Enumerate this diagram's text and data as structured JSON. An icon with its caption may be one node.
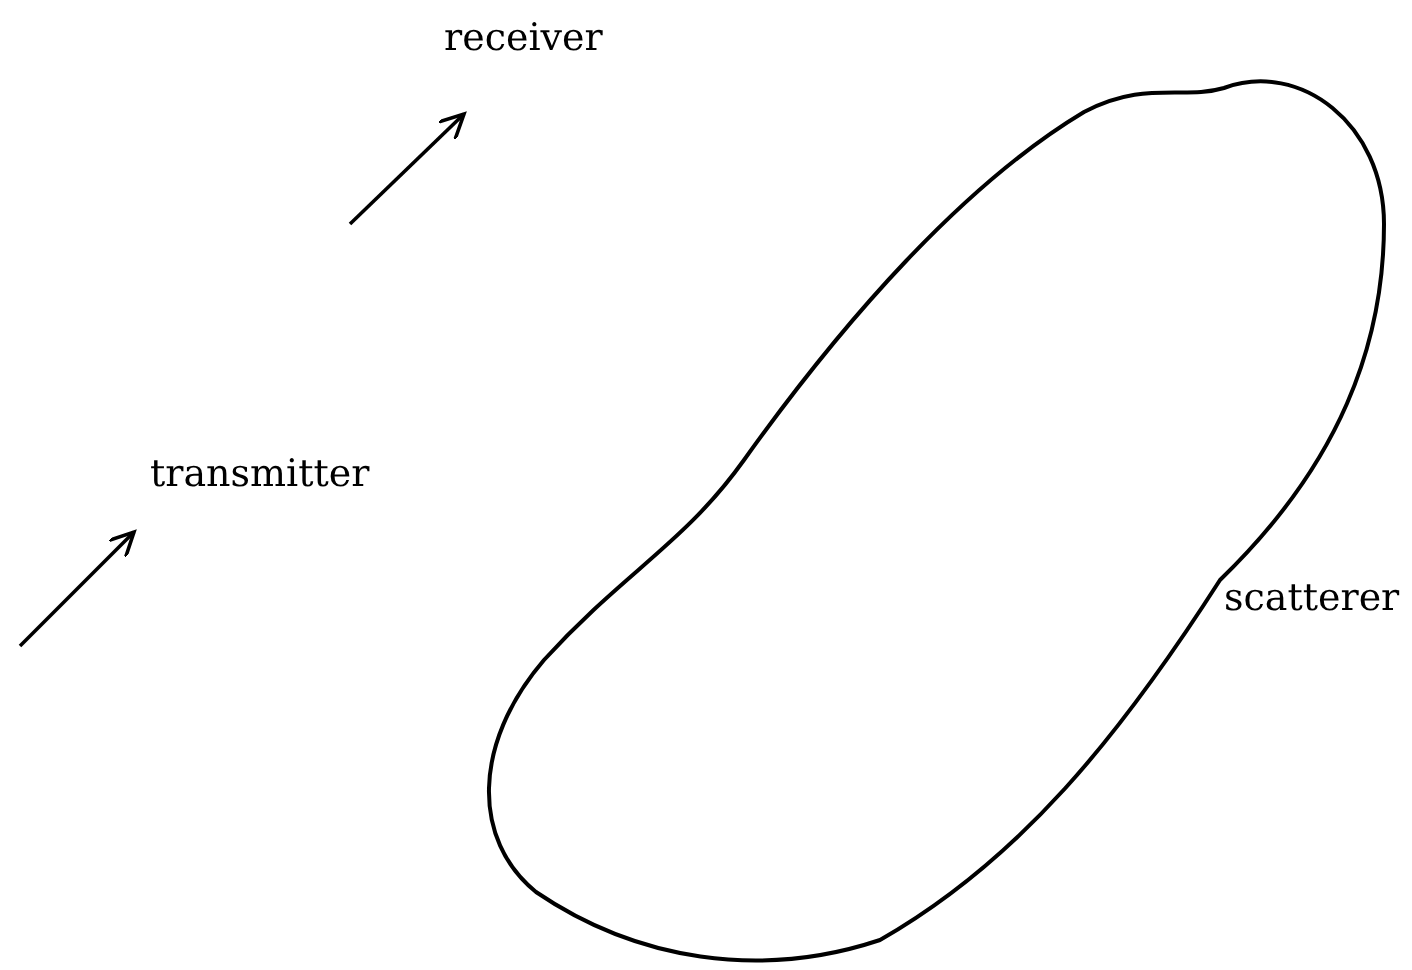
{
  "diagram": {
    "nodes": [
      {
        "text": [
          "scatterer"
        ]
      }
    ],
    "labels": [
      "receiver",
      "transmitter"
    ]
  }
}
